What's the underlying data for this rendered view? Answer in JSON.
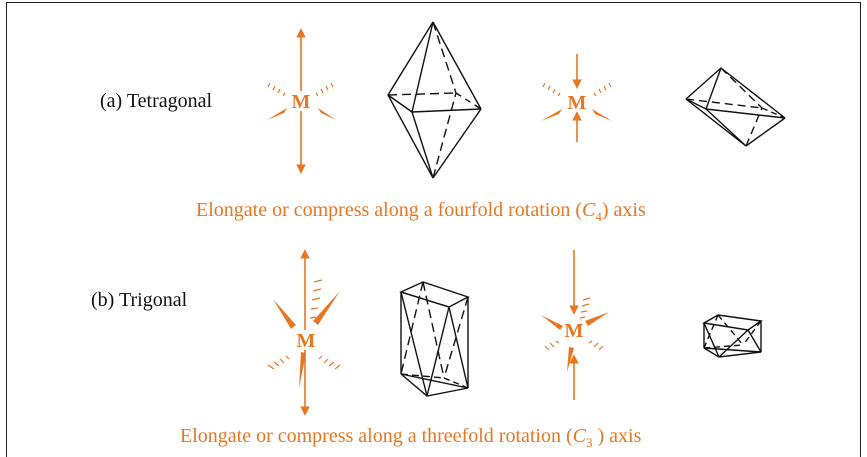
{
  "colors": {
    "accent": "#e87722",
    "ink": "#111111"
  },
  "rows": [
    {
      "label": "(a) Tetragonal",
      "caption_pre": "Elongate or compress along a fourfold rotation  (",
      "caption_symbol": "C",
      "caption_sub": "4",
      "caption_post": ") axis"
    },
    {
      "label": "(b) Trigonal",
      "caption_pre": "Elongate or compress along a threefold rotation (",
      "caption_symbol": "C",
      "caption_sub": "3",
      "caption_post": " ) axis"
    }
  ],
  "metal_symbol": "M"
}
